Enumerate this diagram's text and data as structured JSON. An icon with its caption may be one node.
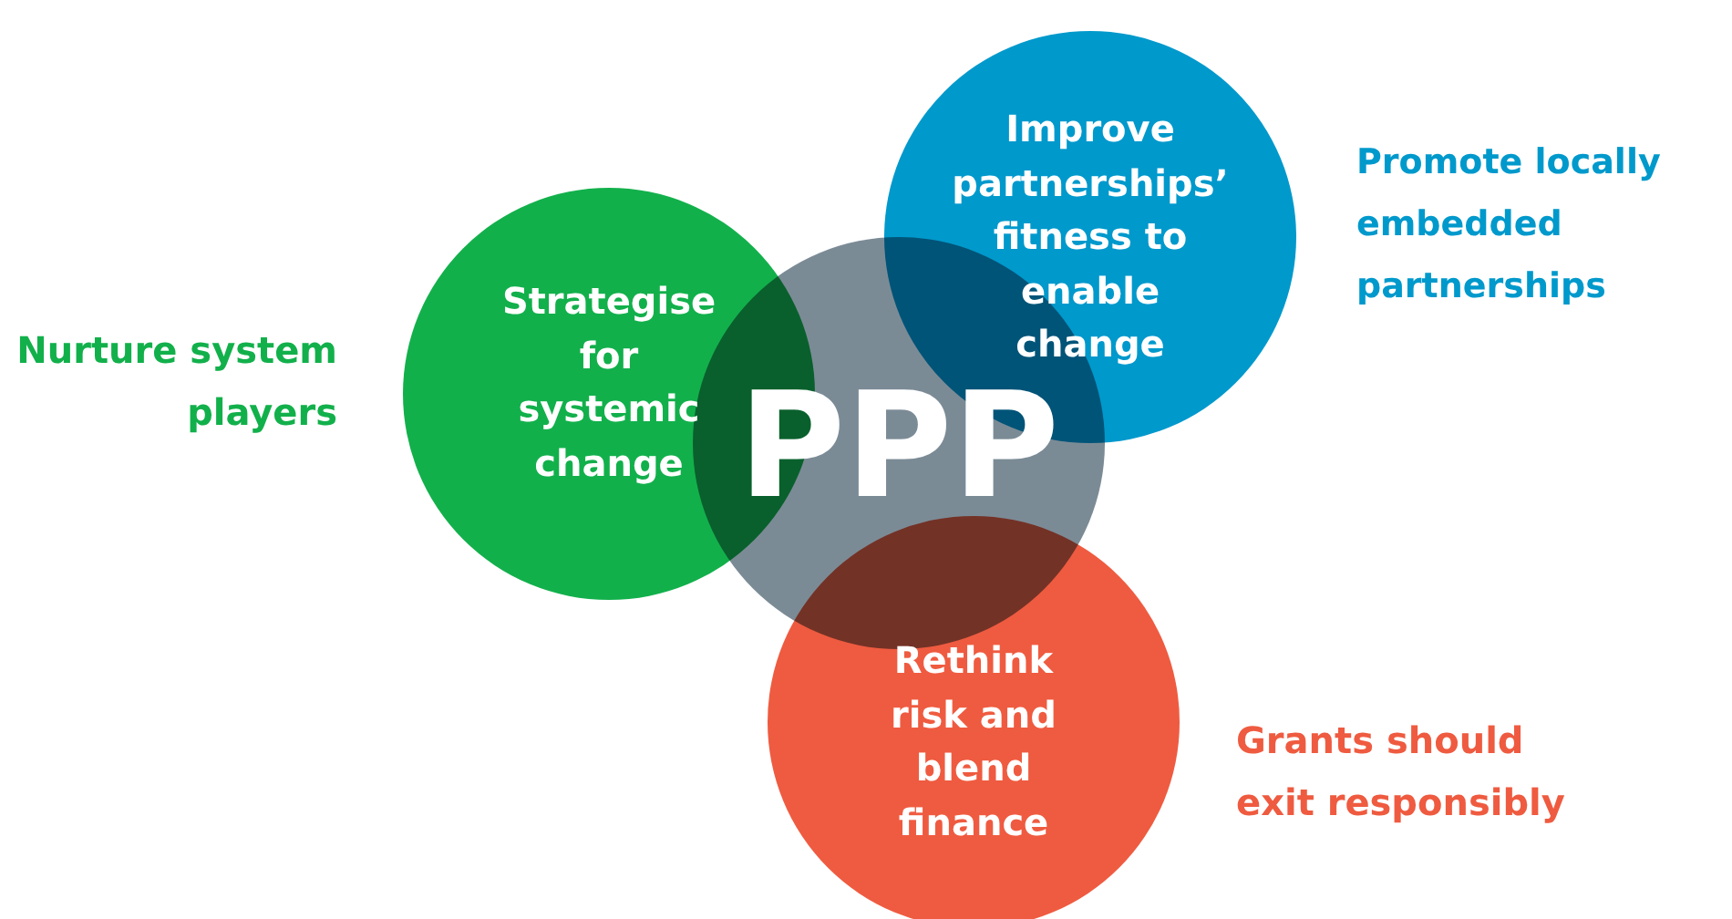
{
  "diagram": {
    "nodes": [
      {
        "text": [
          "Strategise for systemic change"
        ],
        "beside": [
          "Nurture system players"
        ]
      },
      {
        "text": [
          "Improve partnerships’ fitness to enable change"
        ],
        "beside": [
          "Promote locally embedded partnerships"
        ]
      },
      {
        "text": [
          "Rethink risk and blend finance"
        ],
        "beside": [
          "Grants should exit responsibly"
        ]
      },
      {
        "text": [
          "PPP"
        ]
      }
    ]
  }
}
